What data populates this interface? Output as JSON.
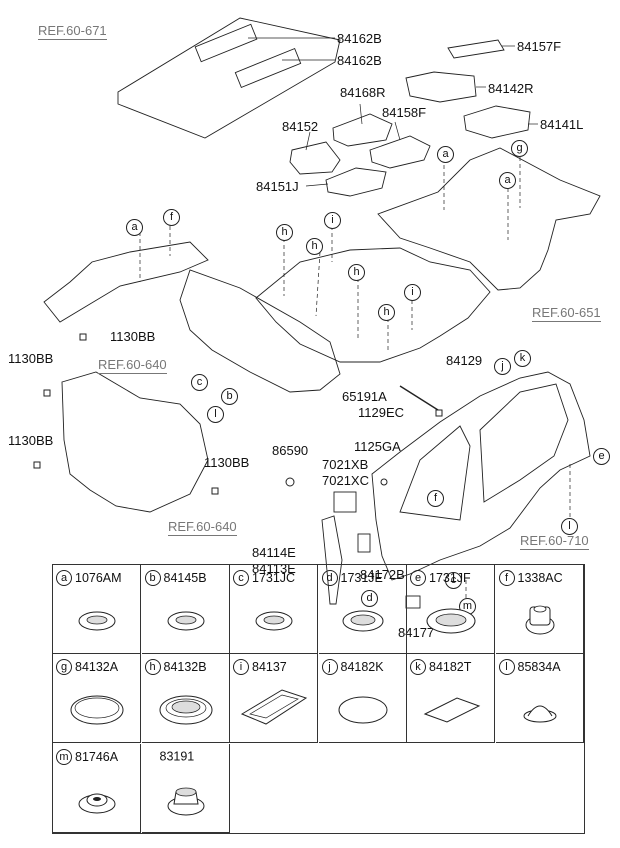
{
  "refs": {
    "roof": "REF.60-671",
    "floor": "REF.60-651",
    "dash": "REF.60-640",
    "front": "REF.60-640",
    "side": "REF.60-710"
  },
  "labels": {
    "p84162B_1": "84162B",
    "p84162B_2": "84162B",
    "p84157F": "84157F",
    "p84142R": "84142R",
    "p84141L": "84141L",
    "p84168R": "84168R",
    "p84158F": "84158F",
    "p84152": "84152",
    "p84151J": "84151J",
    "p1130BB_1": "1130BB",
    "p1130BB_2": "1130BB",
    "p1130BB_3": "1130BB",
    "p1130BB_4": "1130BB",
    "p84129": "84129",
    "p65191A": "65191A",
    "p1129EC": "1129EC",
    "p86590": "86590",
    "p1125GA": "1125GA",
    "p7021XB": "7021XB",
    "p7021XC": "7021XC",
    "p84114E": "84114E",
    "p84113E": "84113E",
    "p84172B": "84172B",
    "p84177": "84177"
  },
  "callouts": {
    "a1": "a",
    "g1": "g",
    "a2": "a",
    "a3": "a",
    "f1": "f",
    "h1": "h",
    "i1": "i",
    "h2": "h",
    "h3": "h",
    "i2": "i",
    "h4": "h",
    "c1": "c",
    "b1": "b",
    "l1": "l",
    "j1": "j",
    "k1": "k",
    "e1": "e",
    "l2": "l",
    "f2": "f",
    "c2": "c",
    "d1": "d",
    "m1": "m"
  },
  "legend": [
    {
      "letter": "a",
      "part": "1076AM",
      "icon": "grommet-small"
    },
    {
      "letter": "b",
      "part": "84145B",
      "icon": "grommet-small"
    },
    {
      "letter": "c",
      "part": "1731JC",
      "icon": "grommet-small"
    },
    {
      "letter": "d",
      "part": "1731JE",
      "icon": "grommet-medium"
    },
    {
      "letter": "e",
      "part": "1731JF",
      "icon": "grommet-large"
    },
    {
      "letter": "f",
      "part": "1338AC",
      "icon": "nut"
    },
    {
      "letter": "g",
      "part": "84132A",
      "icon": "plug-flat"
    },
    {
      "letter": "h",
      "part": "84132B",
      "icon": "plug-ribbed"
    },
    {
      "letter": "i",
      "part": "84137",
      "icon": "seal-rect"
    },
    {
      "letter": "j",
      "part": "84182K",
      "icon": "pad-round"
    },
    {
      "letter": "k",
      "part": "84182T",
      "icon": "pad-square"
    },
    {
      "letter": "l",
      "part": "85834A",
      "icon": "cap-dome"
    },
    {
      "letter": "m",
      "part": "81746A",
      "icon": "grommet-hole"
    },
    {
      "letter": "",
      "part": "83191",
      "icon": "grommet-tall"
    }
  ]
}
